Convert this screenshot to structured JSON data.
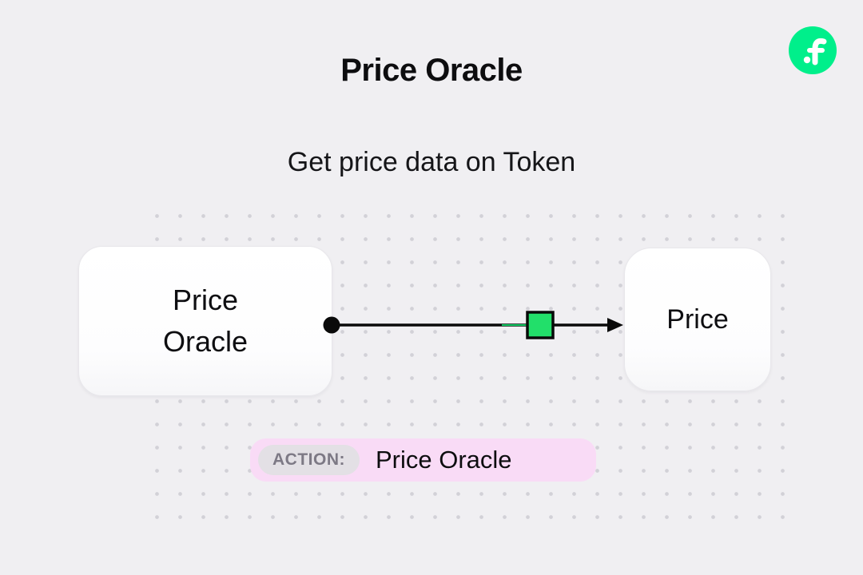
{
  "header": {
    "title": "Price Oracle",
    "subtitle": "Get price data on Token"
  },
  "logo": {
    "name": "flow-logo",
    "green": "#00ef8b"
  },
  "diagram": {
    "source_node": {
      "label": "Price Oracle"
    },
    "target_node": {
      "label": "Price"
    },
    "connector": {
      "line_color": "#0a0a0a",
      "accent_color": "#10c761",
      "marker_color": "#22df6a"
    }
  },
  "action": {
    "label": "ACTION:",
    "value": "Price Oracle"
  },
  "colors": {
    "background": "#f0eff2",
    "dot": "#d2d1d7",
    "badge_background": "#f9dbf6",
    "action_pill_background": "#e3e0e5",
    "action_pill_text": "#7d7985",
    "node_background": "#ffffff"
  }
}
